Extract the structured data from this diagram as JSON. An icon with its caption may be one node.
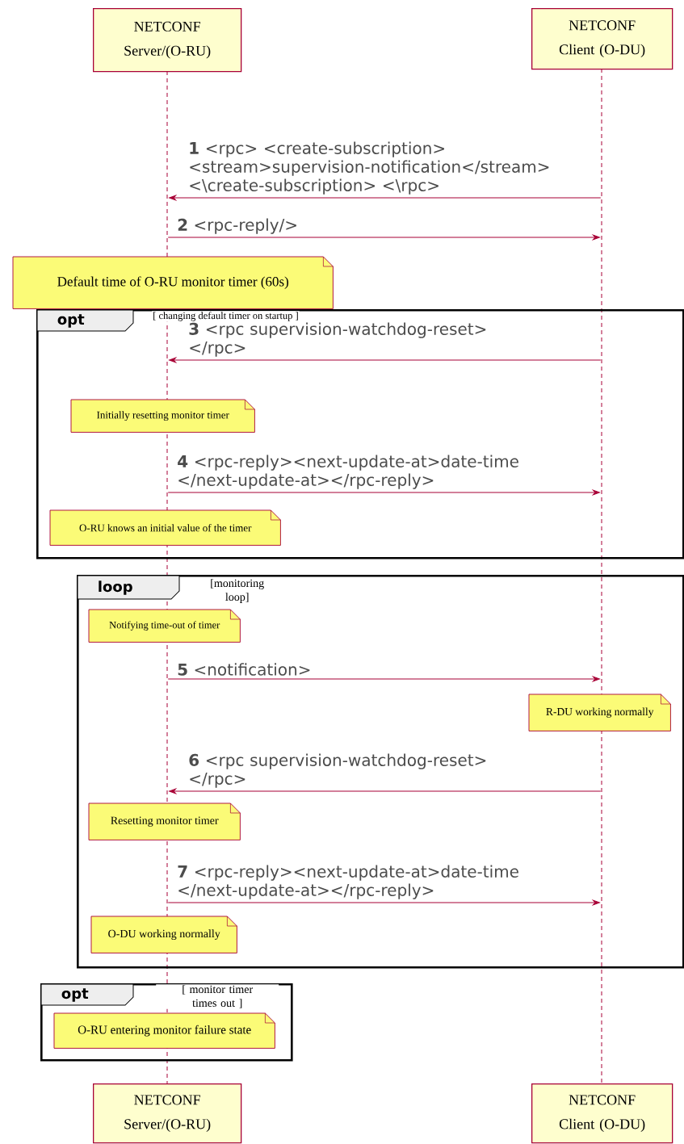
{
  "diagram": {
    "nodes": [
      {
        "text": [
          "NETCONF Server/(O-RU)"
        ]
      },
      {
        "text": [
          "NETCONF Client (O-DU)"
        ]
      },
      {
        "text": [
          "Default time of O-RU monitor timer (60s)"
        ]
      },
      {
        "text": [
          "opt",
          "[ changing default timer on startup ]"
        ]
      },
      {
        "text": [
          "Initially resetting monitor timer"
        ],
        "in": 3
      },
      {
        "text": [
          "O-RU knows an initial value of the timer"
        ],
        "in": 3
      },
      {
        "text": [
          "loop",
          "[monitoring loop]"
        ]
      },
      {
        "text": [
          "Notifying time-out of timer"
        ],
        "in": 6
      },
      {
        "text": [
          "R-DU working normally"
        ],
        "in": 6
      },
      {
        "text": [
          "Resetting monitor timer"
        ],
        "in": 6
      },
      {
        "text": [
          "O-DU working normally"
        ],
        "in": 6
      },
      {
        "text": [
          "opt",
          "[ monitor timer times out ]"
        ]
      },
      {
        "text": [
          "O-RU entering monitor failure state"
        ],
        "in": 11
      },
      {
        "text": [
          "NETCONF Server/(O-RU)"
        ]
      },
      {
        "text": [
          "NETCONF Client (O-DU)"
        ]
      },
      {
        "text": [],
        "shape": "bar"
      },
      {
        "text": [],
        "shape": "bar"
      }
    ],
    "edges": [
      {
        "from": 16,
        "to": 15,
        "arrow": "to",
        "label": "**1** <rpc> <create-subscription> <stream>supervision-notification</stream> <\\create-subscription> <\\rpc>"
      },
      {
        "from": 15,
        "to": 16,
        "arrow": "to",
        "label": "**2** <rpc-reply/>"
      },
      {
        "from": 16,
        "to": 15,
        "arrow": "to",
        "label": "**3** <rpc supervision-watchdog-reset> </rpc>"
      },
      {
        "from": 15,
        "to": 16,
        "arrow": "to",
        "label": "**4** <rpc-reply><next-update-at>date-time </next-update-at></rpc-reply>"
      },
      {
        "from": 15,
        "to": 16,
        "arrow": "to",
        "label": "**5** <notification>"
      },
      {
        "from": 16,
        "to": 15,
        "arrow": "to",
        "label": "**6** <rpc supervision-watchdog-reset> </rpc>"
      },
      {
        "from": 15,
        "to": 16,
        "arrow": "to",
        "label": "**7** <rpc-reply><next-update-at>date-time </next-update-at></rpc-reply>"
      }
    ]
  }
}
